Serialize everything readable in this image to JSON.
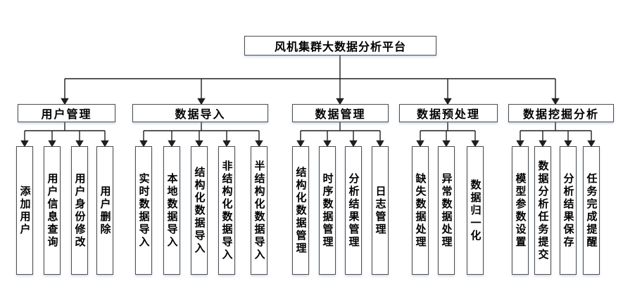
{
  "colors": {
    "line": "#1f1f1f",
    "box_border": "#4d4d4d",
    "box_fill": "#ffffff",
    "text": "#000000"
  },
  "tree": {
    "root": "风机集群大数据分析平台",
    "branches": [
      {
        "label": "用户管理",
        "children": [
          "添加用户",
          "用户信息查询",
          "用户身份修改",
          "用户删除"
        ]
      },
      {
        "label": "数据导入",
        "children": [
          "实时数据导入",
          "本地数据导入",
          "结构化数据导入",
          "非结构化数据导入",
          "半结构化数据导入"
        ]
      },
      {
        "label": "数据管理",
        "children": [
          "结构化数据管理",
          "时序数据管理",
          "分析结果管理",
          "日志管理"
        ]
      },
      {
        "label": "数据预处理",
        "children": [
          "缺失数据处理",
          "异常数据处理",
          "数据归一化"
        ]
      },
      {
        "label": "数据挖掘分析",
        "children": [
          "模型参数设置",
          "数据分析任务提交",
          "分析结果保存",
          "任务完成提醒"
        ]
      }
    ]
  }
}
